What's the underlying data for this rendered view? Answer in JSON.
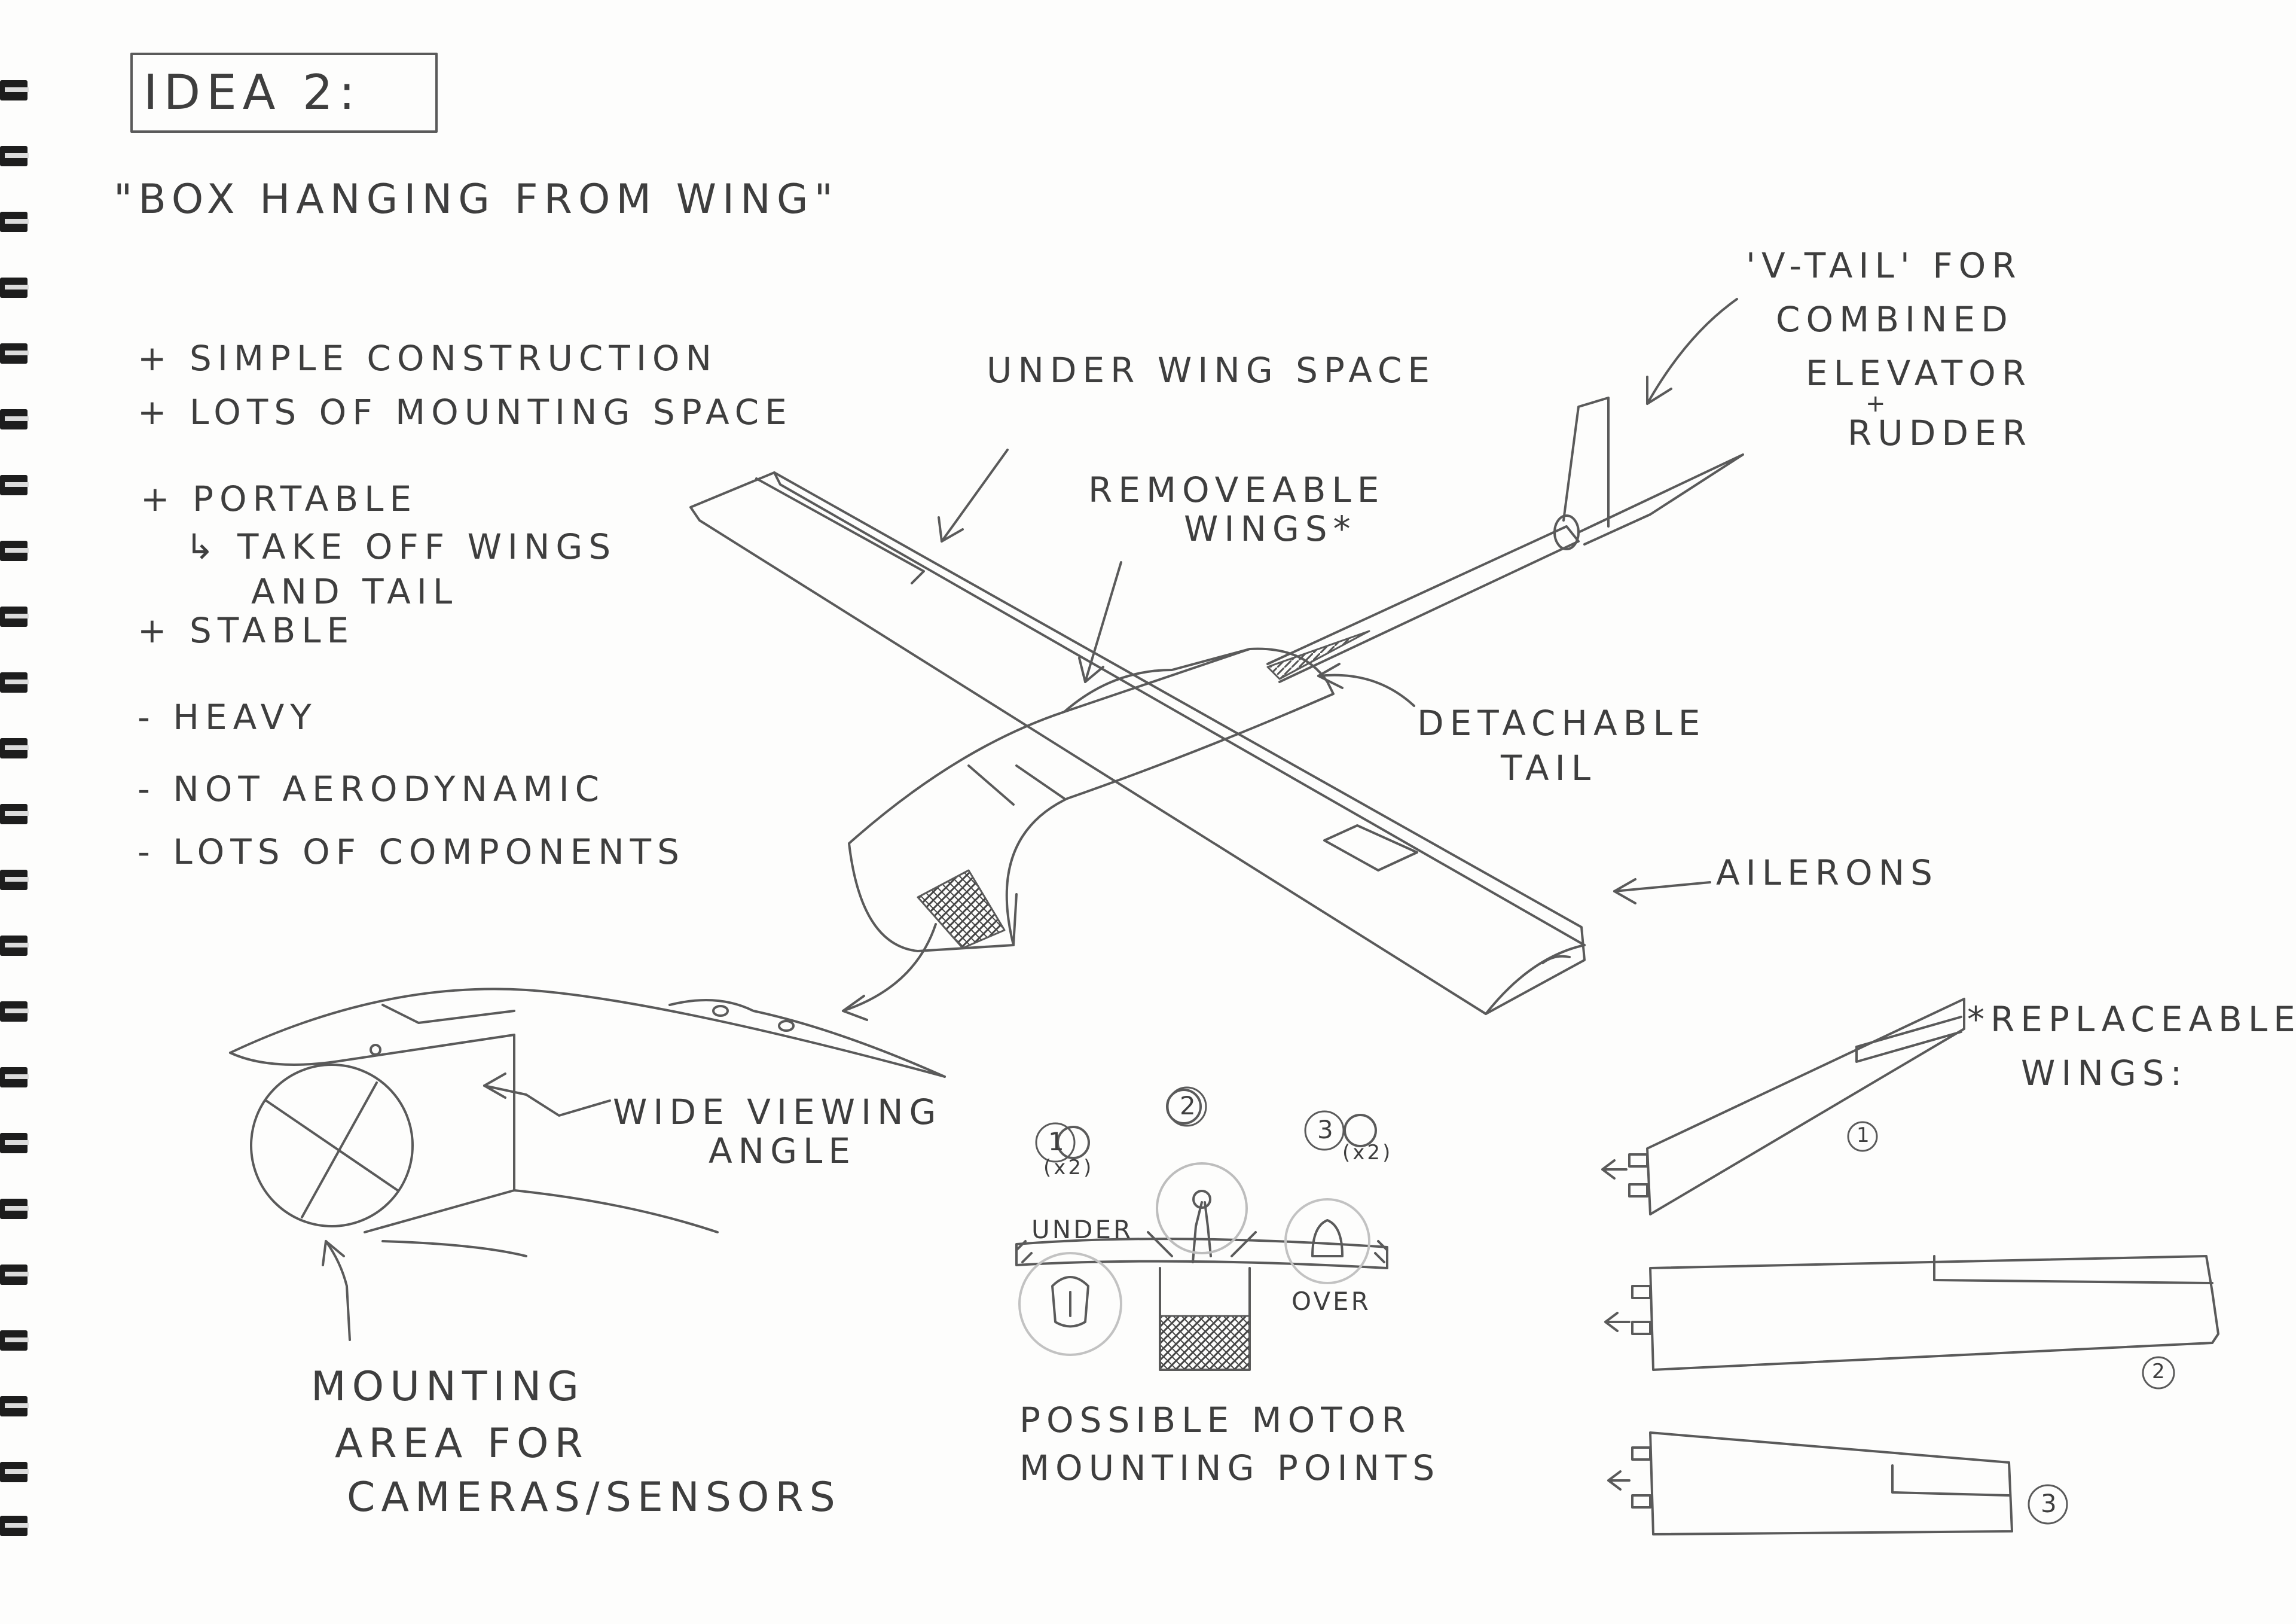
{
  "title": "IDEA 2:",
  "subtitle": "\"BOX HANGING FROM WING\"",
  "pros_cons": [
    "+ SIMPLE CONSTRUCTION",
    "+ LOTS OF MOUNTING SPACE",
    "+ PORTABLE",
    "↳ TAKE OFF WINGS",
    "AND TAIL",
    "+ STABLE",
    "- HEAVY",
    "- NOT AERODYNAMIC",
    "- LOTS OF COMPONENTS"
  ],
  "labels": {
    "under_wing_space": "UNDER WING SPACE",
    "removeable_1": "REMOVEABLE",
    "removeable_2": "WINGS*",
    "vtail_1": "'V-TAIL' FOR",
    "vtail_2": "COMBINED",
    "vtail_3": "ELEVATOR",
    "vtail_4": "+",
    "vtail_5": "RUDDER",
    "detachable_1": "DETACHABLE",
    "detachable_2": "TAIL",
    "ailerons": "AILERONS",
    "wide_1": "WIDE VIEWING",
    "wide_2": "ANGLE",
    "mounting_1": "MOUNTING",
    "mounting_2": "AREA FOR",
    "mounting_3": "CAMERAS/SENSORS",
    "motor_1": "POSSIBLE MOTOR",
    "motor_2": "MOUNTING POINTS",
    "under": "UNDER",
    "over": "OVER",
    "num1": "1",
    "num2": "2",
    "num3": "3",
    "x2_a": "(x2)",
    "x2_b": "(x2)",
    "replaceable_1": "*REPLACEABLE",
    "replaceable_2": "WINGS:",
    "w1": "1",
    "w2": "2",
    "w3": "3"
  },
  "colors": {
    "pencil": "#555555",
    "paper": "#fdfdfc",
    "binding": "#1d1d1d"
  }
}
